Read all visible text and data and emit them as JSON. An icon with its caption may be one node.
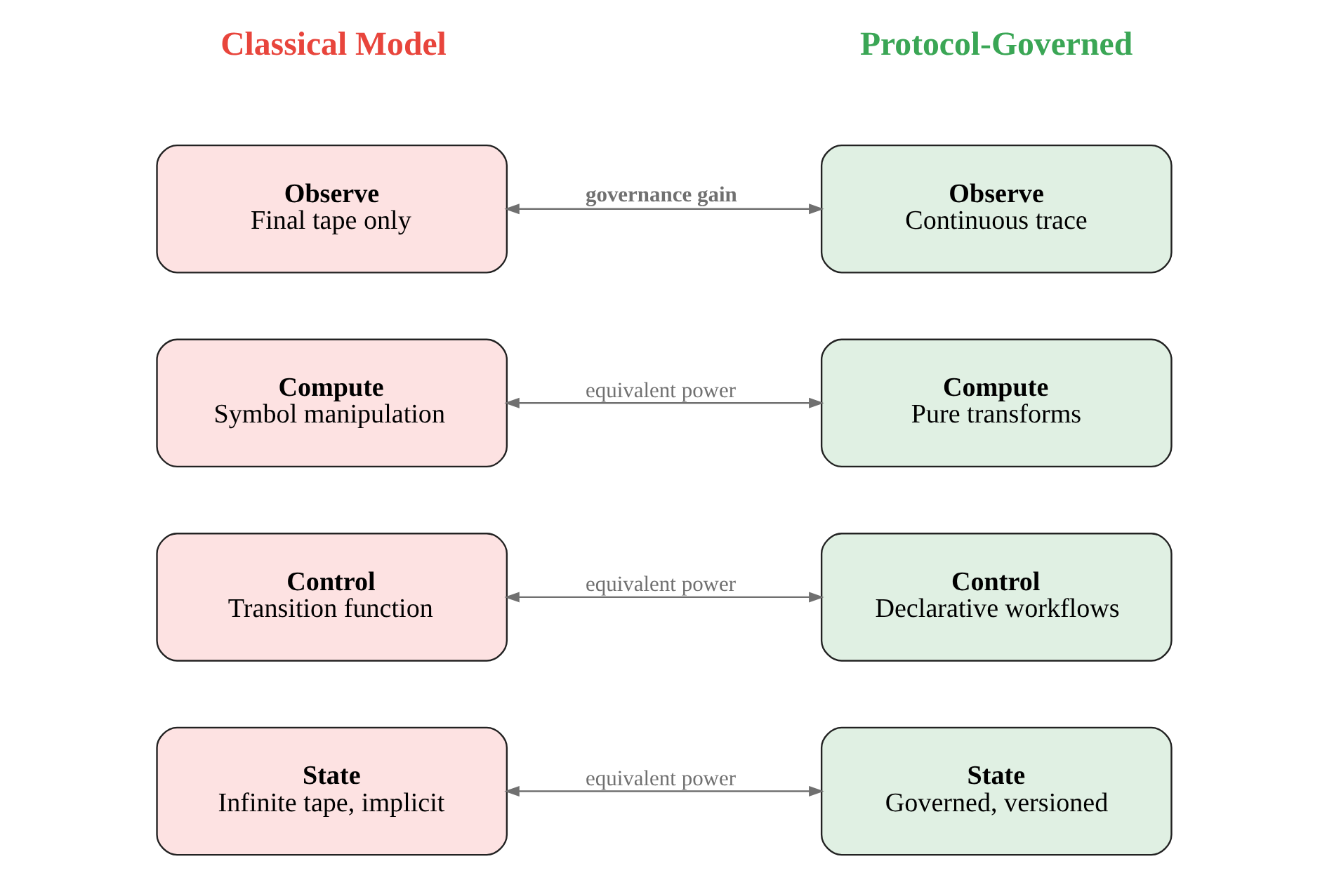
{
  "diagram": {
    "nodes": [
      {
        "text": [
          "State",
          "Infinite tape, implicit"
        ]
      },
      {
        "text": [
          "State",
          "Governed, versioned"
        ]
      },
      {
        "text": [
          "Control",
          "Transition function"
        ]
      },
      {
        "text": [
          "Control",
          "Declarative workflows"
        ]
      },
      {
        "text": [
          "Compute",
          "Symbol manipulation"
        ]
      },
      {
        "text": [
          "Compute",
          "Pure transforms"
        ]
      },
      {
        "text": [
          "Observe",
          "Final tape only"
        ]
      },
      {
        "text": [
          "Observe",
          "Continuous trace"
        ]
      }
    ],
    "edges": [
      {
        "from": 0,
        "to": 1,
        "arrow": "both",
        "label": "equivalent power"
      },
      {
        "from": 2,
        "to": 3,
        "arrow": "both",
        "label": "equivalent power"
      },
      {
        "from": 4,
        "to": 5,
        "arrow": "both",
        "label": "equivalent power"
      },
      {
        "from": 6,
        "to": 7,
        "arrow": "both",
        "label": "governance gain"
      }
    ],
    "labels": [
      "Classical Model",
      "Protocol-Governed"
    ]
  }
}
